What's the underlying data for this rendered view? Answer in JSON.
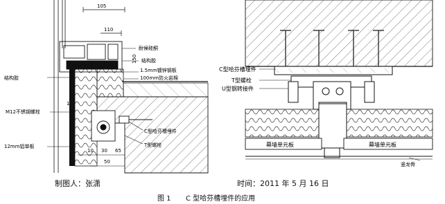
{
  "left_drawing": {
    "dimensions": [
      "105",
      "110",
      "150",
      "10",
      "30",
      "65",
      "10",
      "50"
    ],
    "labels": {
      "lbl_a": "耐候硅酮",
      "lbl_b": "结构胶",
      "lbl_c": "1.5mm镀锌钢板",
      "lbl_d": "100mm防火岩棉",
      "lbl_e": "M12不锈钢螺栓",
      "lbl_f": "C型哈芬槽埋件",
      "lbl_g": "T型螺栓",
      "lbl_h": "12mm铝单板"
    }
  },
  "right_drawing": {
    "labels": {
      "c_channel": "C型哈芬槽埋件",
      "t_bolt": "T型螺栓",
      "u_bracket": "U型钢转接件",
      "stone_left": "幕墙单元板",
      "stone_right": "幕墙单元板",
      "bottom_right": "竖龙骨"
    }
  },
  "footer": {
    "author": "制图人：张潇",
    "date": "时间：2011 年 5 月 16 日",
    "figure_number": "图 1",
    "figure_title": "C 型哈芬槽埋件的应用"
  },
  "colors": {
    "line": "#111111",
    "hatch": "#555555",
    "background": "#ffffff"
  }
}
